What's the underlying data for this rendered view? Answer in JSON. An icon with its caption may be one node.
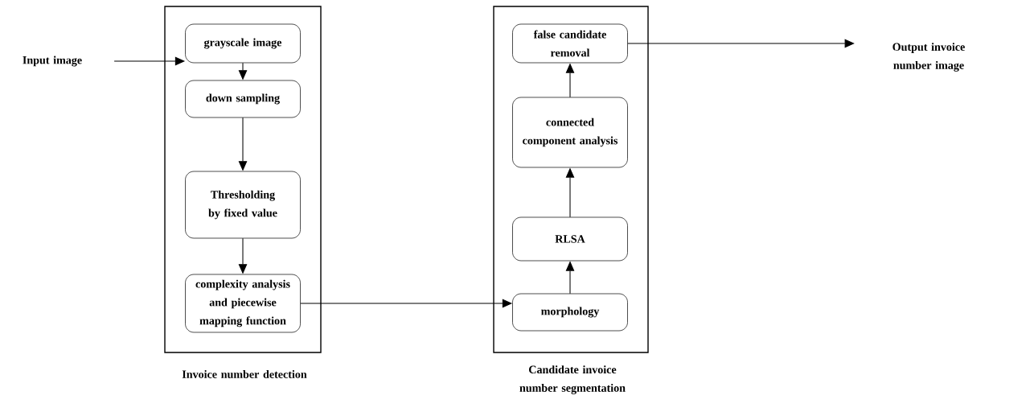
{
  "diagram": {
    "nodes": [
      {
        "text": [
          "Input image"
        ]
      },
      {
        "text": [
          "Invoice number detection"
        ]
      },
      {
        "text": [
          "grayscale image"
        ],
        "in": 1
      },
      {
        "text": [
          "down sampling"
        ],
        "in": 1
      },
      {
        "text": [
          "Thresholding by fixed value"
        ],
        "in": 1
      },
      {
        "text": [
          "complexity analysis and piecewise mapping function"
        ],
        "in": 1
      },
      {
        "text": [
          "Candidate invoice number segmentation"
        ]
      },
      {
        "text": [
          "false candidate removal"
        ],
        "in": 6
      },
      {
        "text": [
          "connected component analysis"
        ],
        "in": 6
      },
      {
        "text": [
          "RLSA"
        ],
        "in": 6
      },
      {
        "text": [
          "morphology"
        ],
        "in": 6
      },
      {
        "text": [
          "Output invoice number image"
        ]
      }
    ],
    "edges": [
      {
        "from": 0,
        "to": 2,
        "arrow": "to"
      },
      {
        "from": 2,
        "to": 3,
        "arrow": "to"
      },
      {
        "from": 3,
        "to": 4,
        "arrow": "to"
      },
      {
        "from": 4,
        "to": 5,
        "arrow": "to"
      },
      {
        "from": 5,
        "to": 10,
        "arrow": "to"
      },
      {
        "from": 10,
        "to": 9,
        "arrow": "to"
      },
      {
        "from": 9,
        "to": 8,
        "arrow": "to"
      },
      {
        "from": 8,
        "to": 7,
        "arrow": "to"
      },
      {
        "from": 7,
        "to": 11,
        "arrow": "to"
      }
    ]
  }
}
